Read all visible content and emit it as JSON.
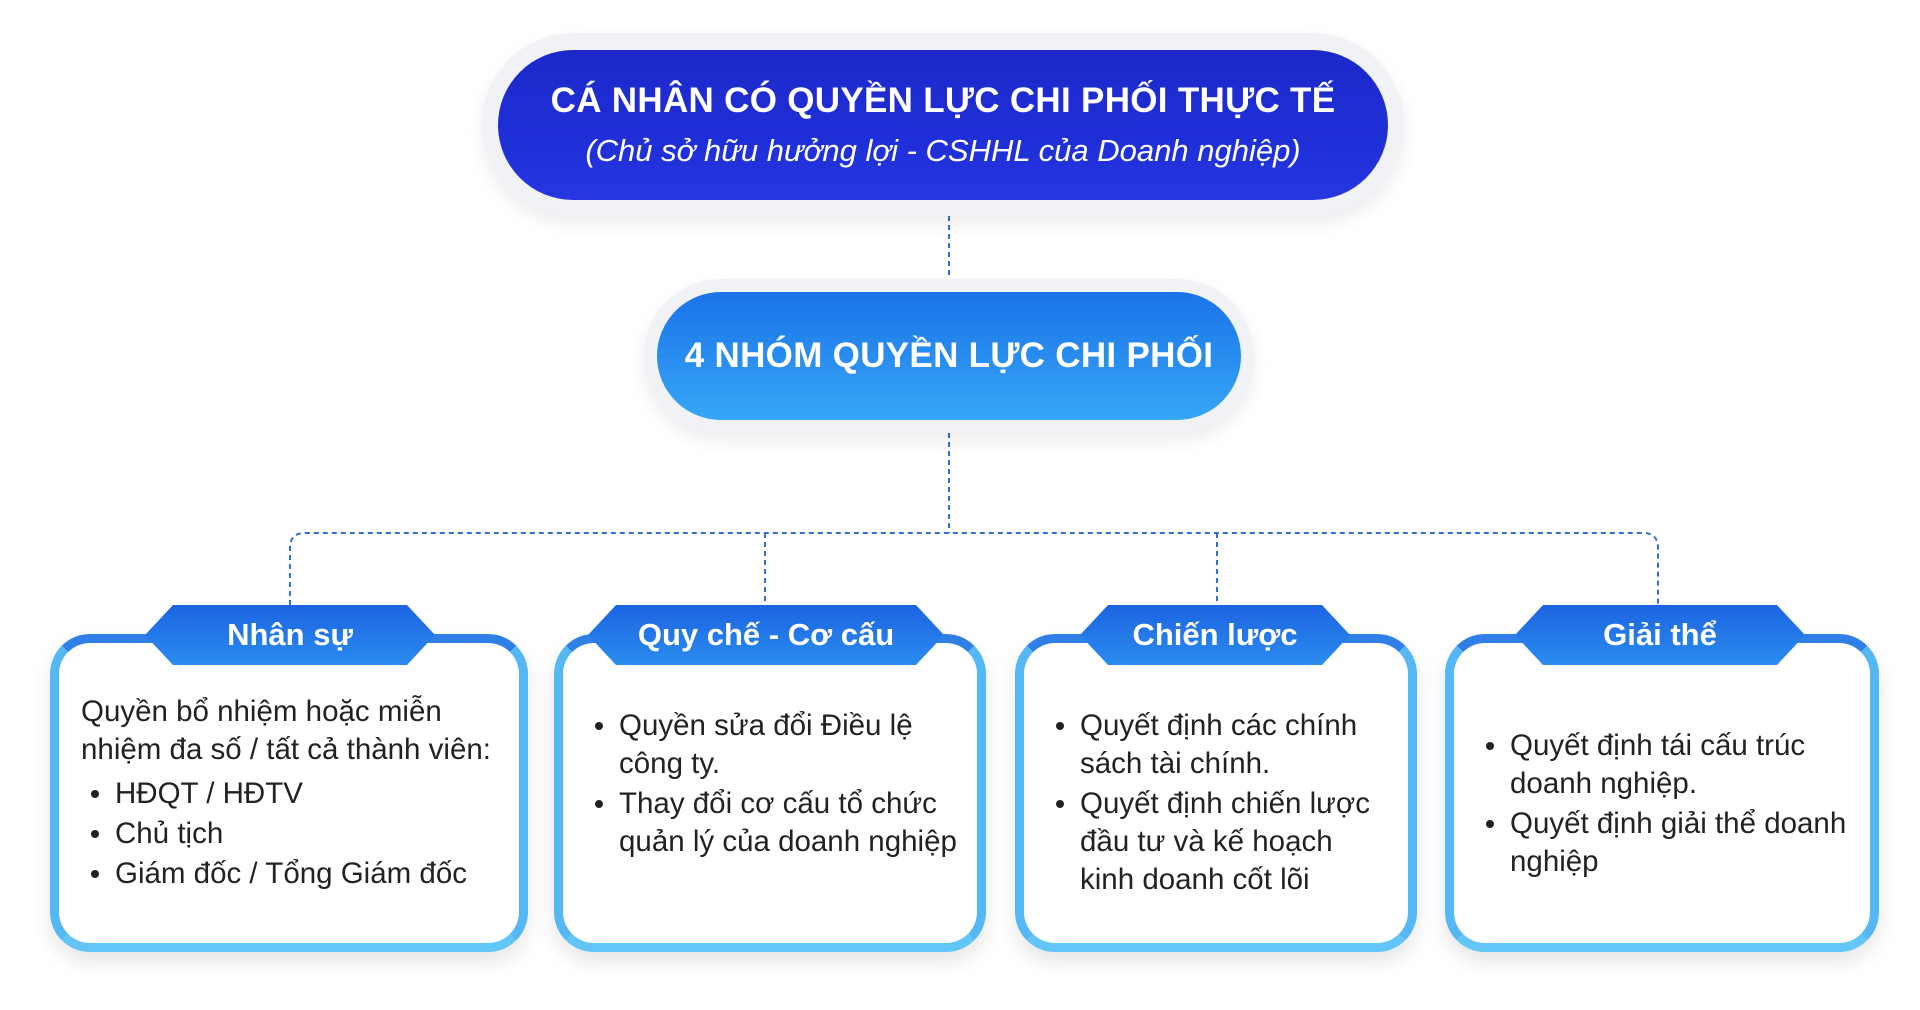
{
  "top": {
    "title": "CÁ NHÂN CÓ QUYỀN LỰC CHI PHỐI THỰC TẾ",
    "subtitle": "(Chủ sở hữu hưởng lợi - CSHHL của Doanh nghiệp)"
  },
  "middle": {
    "title": "4 NHÓM QUYỀN LỰC CHI PHỐI"
  },
  "groups": [
    {
      "title": "Nhân sự",
      "intro": "Quyền bổ nhiệm hoặc miễn nhiệm đa số / tất cả thành viên:",
      "items": [
        "HĐQT / HĐTV",
        "Chủ tịch",
        "Giám đốc / Tổng Giám đốc"
      ]
    },
    {
      "title": "Quy chế - Cơ cấu",
      "items": [
        "Quyền sửa đổi Điều lệ công ty.",
        "Thay đổi cơ cấu tổ chức quản lý của doanh nghiệp"
      ]
    },
    {
      "title": "Chiến lược",
      "items": [
        "Quyết định các chính sách tài chính.",
        "Quyết định chiến lược đầu tư và kế hoạch kinh doanh cốt lõi"
      ]
    },
    {
      "title": "Giải thể",
      "items": [
        "Quyết định tái cấu trúc doanh nghiệp.",
        "Quyết định giải thể doanh nghiệp"
      ]
    }
  ],
  "colors": {
    "top_box": "#1f2fd8",
    "middle_box": "#2a8ff0",
    "card_border": "#4a90ea",
    "connector": "#2f6fd6"
  }
}
